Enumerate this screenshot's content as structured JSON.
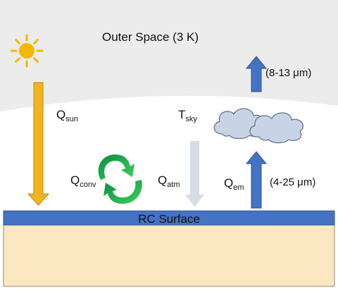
{
  "title": "Outer Space (3 K)",
  "labels": {
    "q_sun": {
      "main": "Q",
      "sub": "sun"
    },
    "t_sky": {
      "main": "T",
      "sub": "sky"
    },
    "q_atm": {
      "main": "Q",
      "sub": "atm"
    },
    "q_em": {
      "main": "Q",
      "sub": "em"
    },
    "q_conv": {
      "main": "Q",
      "sub": "conv"
    }
  },
  "bands": {
    "upper": "(8-13 μm)",
    "lower": "(4-25 μm)"
  },
  "surface_label": "RC Surface",
  "icons": [
    "sun-icon",
    "cloud-icon",
    "convection-cycle-icon"
  ],
  "colors": {
    "sky": "#ececec",
    "sun": "#f5b800",
    "solar_arrow": "#f2b41e",
    "emission_arrow": "#4472c4",
    "atmosphere_arrow": "#d4dce6",
    "surface_layer": "#4472c4",
    "substrate": "#fbe8c3",
    "cloud": "#c8d4e6",
    "convection": "#14a83c"
  }
}
